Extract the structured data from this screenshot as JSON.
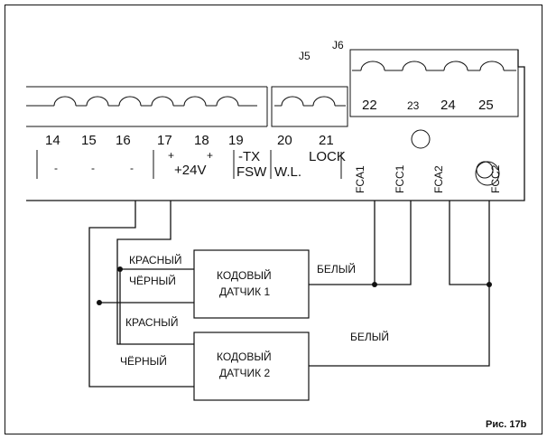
{
  "connectors": {
    "j5": "J5",
    "j6": "J6"
  },
  "terminals": {
    "main": [
      "14",
      "15",
      "16",
      "17",
      "18",
      "19"
    ],
    "j5": [
      "20",
      "21"
    ],
    "j6": [
      "22",
      "23",
      "24",
      "25"
    ]
  },
  "terminal_labels": {
    "minus_1": "-",
    "minus_2": "-",
    "minus_3": "-",
    "plus_1": "+",
    "plus_2": "+",
    "v24": "+24V",
    "tx": "-TX",
    "fsw": "FSW",
    "wl": "W.L.",
    "lock": "LOCK",
    "fca1": "FCA1",
    "fcc1": "FCC1",
    "fca2": "FCA2",
    "fcc2": "FCC2"
  },
  "sensors": [
    {
      "line1": "КОДОВЫЙ",
      "line2": "ДАТЧИК 1"
    },
    {
      "line1": "КОДОВЫЙ",
      "line2": "ДАТЧИК 2"
    }
  ],
  "wires": {
    "red_1": "КРАСНЫЙ",
    "black_1": "ЧЁРНЫЙ",
    "red_2": "КРАСНЫЙ",
    "black_2": "ЧЁРНЫЙ",
    "white_1": "БЕЛЫЙ",
    "white_2": "БЕЛЫЙ"
  },
  "figure": "Рис. 17b"
}
